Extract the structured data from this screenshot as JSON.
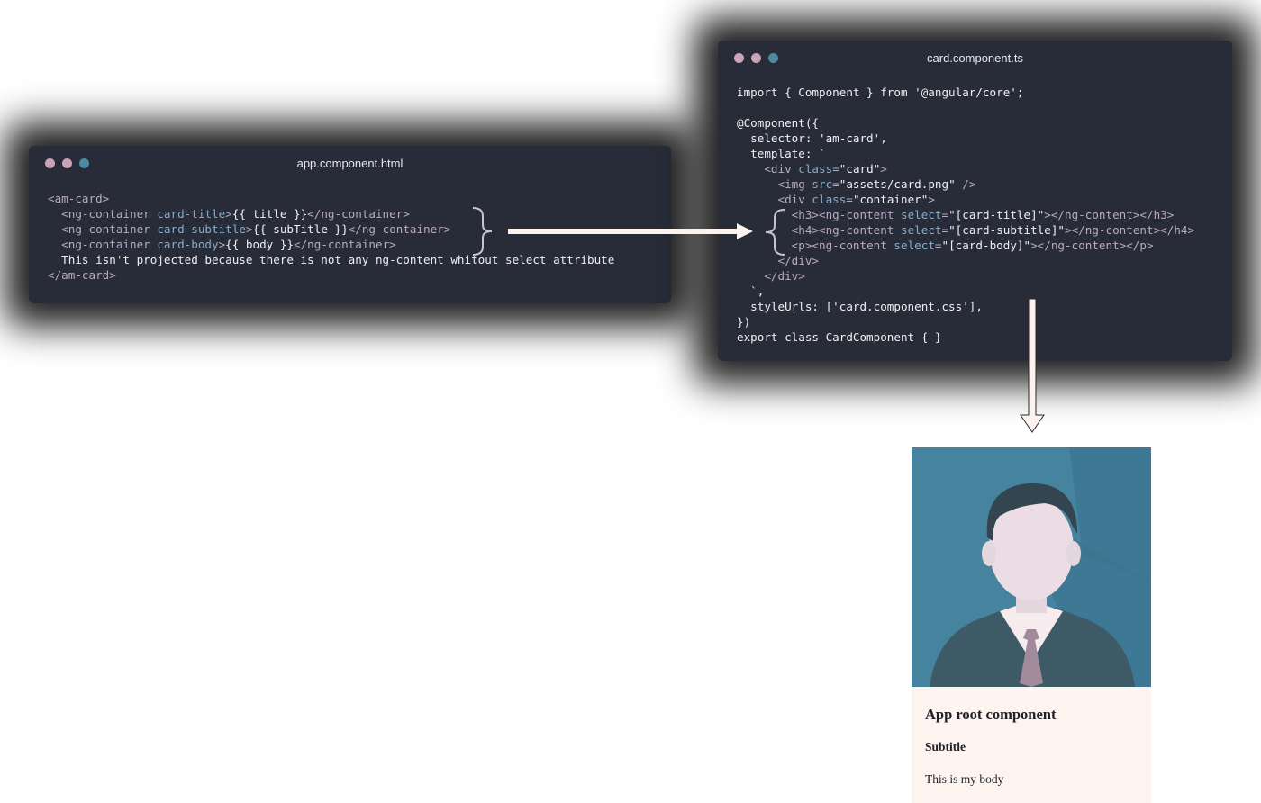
{
  "colors": {
    "window_bg": "#282c38",
    "dot_pink": "#c8a4b6",
    "dot_teal": "#4b8aa2",
    "tag": "#b9a9c6",
    "attr": "#86acc8",
    "text": "#f0eef4",
    "card_bg": "#fdf4ef",
    "card_image_bg": "#45839e"
  },
  "app_window": {
    "title": "app.component.html",
    "lines": [
      [
        {
          "t": "tag",
          "v": "<am-card>"
        }
      ],
      [
        {
          "t": "plain",
          "v": "  "
        },
        {
          "t": "tag",
          "v": "<ng-container "
        },
        {
          "t": "attr",
          "v": "card-title"
        },
        {
          "t": "tag",
          "v": ">"
        },
        {
          "t": "plain",
          "v": "{{ title }}"
        },
        {
          "t": "tag",
          "v": "</ng-container>"
        }
      ],
      [
        {
          "t": "plain",
          "v": "  "
        },
        {
          "t": "tag",
          "v": "<ng-container "
        },
        {
          "t": "attr",
          "v": "card-subtitle"
        },
        {
          "t": "tag",
          "v": ">"
        },
        {
          "t": "plain",
          "v": "{{ subTitle }}"
        },
        {
          "t": "tag",
          "v": "</ng-container>"
        }
      ],
      [
        {
          "t": "plain",
          "v": "  "
        },
        {
          "t": "tag",
          "v": "<ng-container "
        },
        {
          "t": "attr",
          "v": "card-body"
        },
        {
          "t": "tag",
          "v": ">"
        },
        {
          "t": "plain",
          "v": "{{ body }}"
        },
        {
          "t": "tag",
          "v": "</ng-container>"
        }
      ],
      [
        {
          "t": "plain",
          "v": "  This isn't projected because there is not any ng-content whitout select attribute"
        }
      ],
      [
        {
          "t": "tag",
          "v": "</am-card>"
        }
      ]
    ]
  },
  "card_window": {
    "title": "card.component.ts",
    "lines": [
      [
        {
          "t": "plain",
          "v": "import { Component } from '@angular/core';"
        }
      ],
      [
        {
          "t": "plain",
          "v": ""
        }
      ],
      [
        {
          "t": "plain",
          "v": "@Component({"
        }
      ],
      [
        {
          "t": "plain",
          "v": "  selector: 'am-card',"
        }
      ],
      [
        {
          "t": "plain",
          "v": "  template: `"
        }
      ],
      [
        {
          "t": "plain",
          "v": "    "
        },
        {
          "t": "tag",
          "v": "<div "
        },
        {
          "t": "attr",
          "v": "class"
        },
        {
          "t": "tag",
          "v": "="
        },
        {
          "t": "str",
          "v": "\"card\""
        },
        {
          "t": "tag",
          "v": ">"
        }
      ],
      [
        {
          "t": "plain",
          "v": "      "
        },
        {
          "t": "tag",
          "v": "<img "
        },
        {
          "t": "attr",
          "v": "src"
        },
        {
          "t": "tag",
          "v": "="
        },
        {
          "t": "str",
          "v": "\"assets/card.png\""
        },
        {
          "t": "tag",
          "v": " />"
        }
      ],
      [
        {
          "t": "plain",
          "v": "      "
        },
        {
          "t": "tag",
          "v": "<div "
        },
        {
          "t": "attr",
          "v": "class"
        },
        {
          "t": "tag",
          "v": "="
        },
        {
          "t": "str",
          "v": "\"container\""
        },
        {
          "t": "tag",
          "v": ">"
        }
      ],
      [
        {
          "t": "plain",
          "v": "        "
        },
        {
          "t": "tag",
          "v": "<h3><ng-content "
        },
        {
          "t": "attr",
          "v": "select"
        },
        {
          "t": "tag",
          "v": "="
        },
        {
          "t": "str",
          "v": "\"[card-title]\""
        },
        {
          "t": "tag",
          "v": "></ng-content></h3>"
        }
      ],
      [
        {
          "t": "plain",
          "v": "        "
        },
        {
          "t": "tag",
          "v": "<h4><ng-content "
        },
        {
          "t": "attr",
          "v": "select"
        },
        {
          "t": "tag",
          "v": "="
        },
        {
          "t": "str",
          "v": "\"[card-subtitle]\""
        },
        {
          "t": "tag",
          "v": "></ng-content></h4>"
        }
      ],
      [
        {
          "t": "plain",
          "v": "        "
        },
        {
          "t": "tag",
          "v": "<p><ng-content "
        },
        {
          "t": "attr",
          "v": "select"
        },
        {
          "t": "tag",
          "v": "="
        },
        {
          "t": "str",
          "v": "\"[card-body]\""
        },
        {
          "t": "tag",
          "v": "></ng-content></p>"
        }
      ],
      [
        {
          "t": "plain",
          "v": "      "
        },
        {
          "t": "tag",
          "v": "</div>"
        }
      ],
      [
        {
          "t": "plain",
          "v": "    "
        },
        {
          "t": "tag",
          "v": "</div>"
        }
      ],
      [
        {
          "t": "plain",
          "v": "  `,"
        }
      ],
      [
        {
          "t": "plain",
          "v": "  styleUrls: ['card.component.css'],"
        }
      ],
      [
        {
          "t": "plain",
          "v": "})"
        }
      ],
      [
        {
          "t": "plain",
          "v": "export class CardComponent { }"
        }
      ]
    ]
  },
  "rendered_card": {
    "title": "App root component",
    "subtitle": "Subtitle",
    "body": "This is my body"
  }
}
